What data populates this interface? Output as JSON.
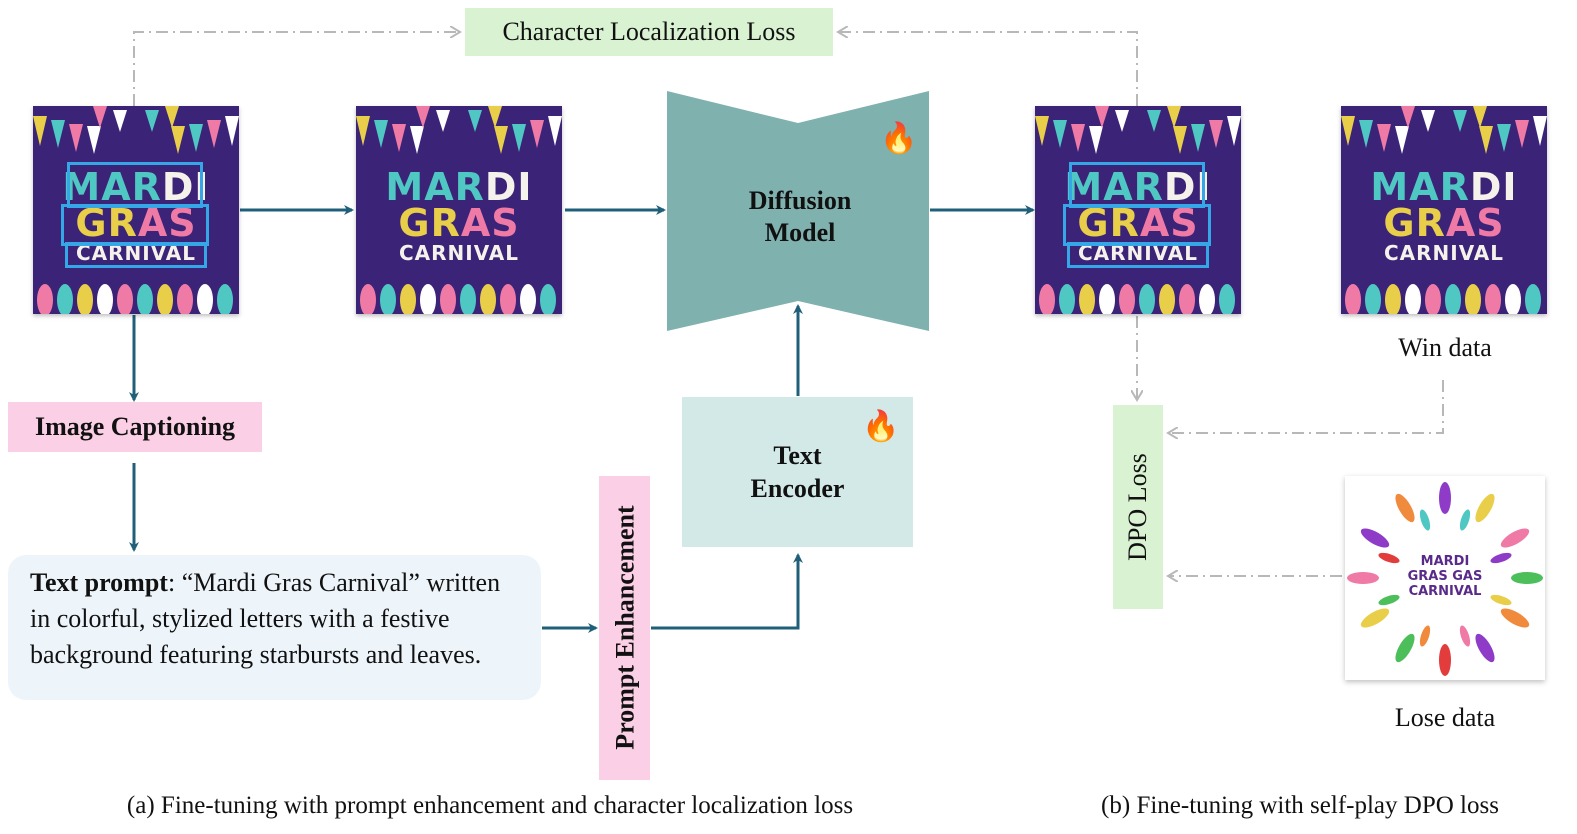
{
  "diagram": {
    "char_loss_label": "Character Localization Loss",
    "diffusion_label_1": "Diffusion",
    "diffusion_label_2": "Model",
    "text_encoder_label_1": "Text",
    "text_encoder_label_2": "Encoder",
    "image_captioning_label": "Image Captioning",
    "prompt_enhancement_label": "Prompt Enhancement",
    "text_prompt_bold": "Text prompt",
    "text_prompt_body": ": “Mardi Gras Carnival” written in colorful, stylized letters with a festive background featuring starbursts and leaves.",
    "dpo_loss_label": "DPO Loss",
    "win_data_label": "Win data",
    "lose_data_label": "Lose data",
    "caption_a": "(a) Fine-tuning with prompt enhancement and character localization loss",
    "caption_b": "(b) Fine-tuning with self-play DPO loss",
    "fire_icon": "🔥"
  },
  "poster": {
    "line1a": "MAR",
    "line1b": "DI",
    "line2a": "GR",
    "line2b": "AS",
    "line3": "CARNIVAL"
  },
  "lose_poster": {
    "line1": "MARDI",
    "line2": "GRAS GAS",
    "line3": "CARNIVAL"
  },
  "colors": {
    "arrow": "#1f5f7a",
    "dash": "#b8b8b8",
    "diffusion": "#7fb1ae",
    "text_encoder": "#d2e9e8",
    "pink_box": "#fbd0e6",
    "green_box": "#d9f2d2",
    "prompt_box": "#edf5fb",
    "poster_bg": "#3b2378"
  }
}
